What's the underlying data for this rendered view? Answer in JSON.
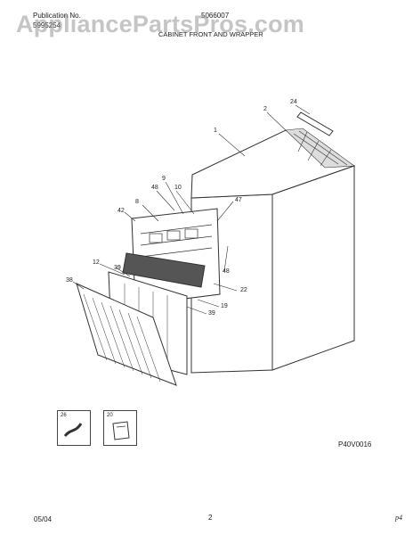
{
  "header": {
    "publication_label": "Publication No.",
    "publication_number": "5995254",
    "model_number": "5066007",
    "section_title": "CABINET FRONT AND WRAPPER"
  },
  "watermark": "AppliancePartsPros.com",
  "callouts": [
    "1",
    "2",
    "24",
    "9",
    "10",
    "48",
    "47",
    "8",
    "42",
    "12",
    "39",
    "38",
    "22",
    "19",
    "39",
    "48",
    "26",
    "20"
  ],
  "insets": [
    {
      "label": "26",
      "icon": "hose-part-icon"
    },
    {
      "label": "20",
      "icon": "bracket-part-icon"
    }
  ],
  "drawing_code": "P40V0016",
  "footer": {
    "date": "05/04",
    "page": "2",
    "mark": "p4"
  }
}
